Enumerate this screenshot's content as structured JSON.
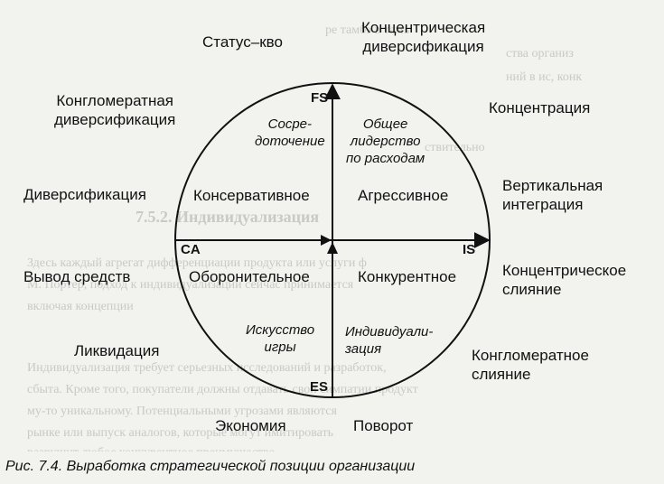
{
  "axes": {
    "top": "FS",
    "bottom": "ES",
    "left": "CA",
    "right": "IS"
  },
  "quadrants": {
    "top_left": "Консервативное",
    "top_right": "Агрессивное",
    "bottom_left": "Оборонительное",
    "bottom_right": "Конкурентное"
  },
  "inner_italic": {
    "top_left": "Сосре-\nдоточение",
    "top_right": "Общее\nлидерство\nпо расходам",
    "bottom_left": "Искусство\nигры",
    "bottom_right": "Индивидуали-\nзация"
  },
  "outer": {
    "top": "Статус–кво",
    "top_right": "Концентрическая\nдиверсификация",
    "concentration": "Концентрация",
    "top_left": "Конгломератная\nдиверсификация",
    "diversification": "Диверсификация",
    "vertical": "Вертикальная\nинтеграция",
    "withdraw": "Вывод средств",
    "conc_merger": "Концентрическое\nслияние",
    "liquidation": "Ликвидация",
    "congl_merger": "Конгломератное\nслияние",
    "economy": "Экономия",
    "turnaround": "Поворот"
  },
  "caption": {
    "label": "Рис. 7.4.",
    "text": "Выработка стратегической позиции организации"
  },
  "background_text": [
    "ре тамбэ в тамъ",
    "ства организ",
    "ний в ис, конк",
    "ствительно",
    "7.5.2. Индивидуализация",
    "Здесь каждый агрегат дифференциации продукта или услуги ф",
    "М. Портер, подход к индивидуализации сейчас принимается",
    "включая концепции",
    "Индивидуализация требует серьезных исследований и разработок,",
    "сбыта. Кроме того, покупатели должны отдавать свои симпатии продукт",
    "му-то уникальному. Потенциальными угрозами являются",
    "рынке или выпуск аналогов, которые могут имитировать",
    "разрушит любое конкурентное преимущество"
  ]
}
